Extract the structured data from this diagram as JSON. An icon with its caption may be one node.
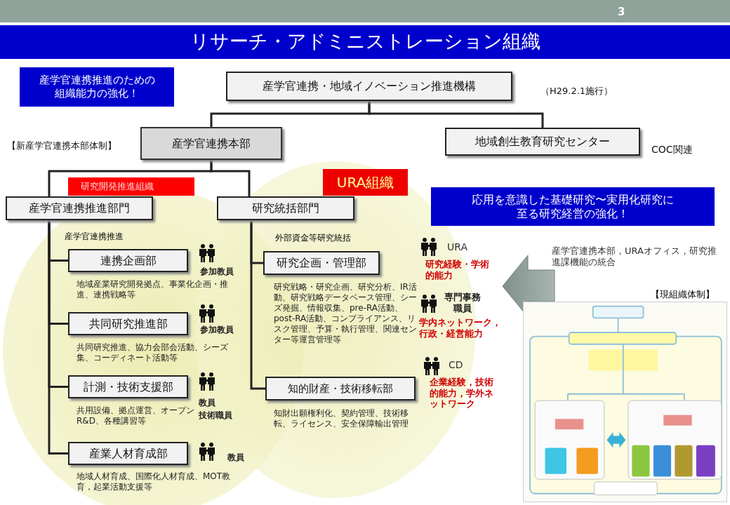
{
  "diagram": {
    "title": "リサーチ・アドミニストレーション組織",
    "nodes": [
      {
        "text": [
          "産学官連携推進のための組織能力の強化！"
        ]
      },
      {
        "text": [
          "産学官連携・地域イノベーション推進機構"
        ],
        "beside": [
          "（H29.2.1施行）"
        ]
      },
      {
        "text": [
          "産学官連携本部"
        ],
        "beside": [
          "【新産学官連携本部体制】"
        ]
      },
      {
        "text": [
          "地域創生教育研究センター"
        ],
        "beside": [
          "COC関連"
        ]
      },
      {
        "text": [
          "研究開発推進組織"
        ]
      },
      {
        "text": [
          "URA組織"
        ]
      },
      {
        "text": [
          "産学官連携推進部門"
        ]
      },
      {
        "text": [
          "研究統括部門"
        ]
      },
      {
        "text": [
          "応用を意識した基礎研究〜実用化研究に至る研究経営の強化！"
        ]
      },
      {
        "text": [
          "連携企画部"
        ],
        "beside": [
          "地域産業研究開発拠点、事業化企画・推進、連携戦略等",
          "参加教員"
        ]
      },
      {
        "text": [
          "研究企画・管理部"
        ],
        "beside": [
          "研究戦略・研究企画、研究分析、IR活動、研究戦略データベース管理、シーズ発掘、情報収集、pre-RA活動、post-RA活動、コンプライアンス、リスク管理、予算・執行管理、関連センター等運営管理等"
        ]
      },
      {
        "text": [
          "共同研究推進部"
        ],
        "beside": [
          "共同研究推進、協力会部会活動、シーズ集、コーディネート活動等",
          "参加教員"
        ]
      },
      {
        "text": [
          "計測・技術支援部"
        ],
        "beside": [
          "共用設備、拠点運営、オープンR&D、各種講習等",
          "教員",
          "技術職員"
        ]
      },
      {
        "text": [
          "知的財産・技術移転部"
        ],
        "beside": [
          "知財出願権利化、契約管理、技術移転、ライセンス、安全保障輸出管理"
        ]
      },
      {
        "text": [
          "産業人材育成部"
        ],
        "beside": [
          "地域人材育成、国際化人材育成、MOT教育，起業活動支援等",
          "教員"
        ]
      },
      {
        "text": [],
        "shape": "picture",
        "beside": [
          "【現組織体制】"
        ]
      }
    ],
    "edges": [
      {
        "from": 1,
        "to": 2,
        "arrow": "none"
      },
      {
        "from": 1,
        "to": 3,
        "arrow": "none"
      },
      {
        "from": 2,
        "to": 6,
        "arrow": "none"
      },
      {
        "from": 2,
        "to": 7,
        "arrow": "none"
      },
      {
        "from": 6,
        "to": 9,
        "arrow": "none"
      },
      {
        "from": 6,
        "to": 11,
        "arrow": "none"
      },
      {
        "from": 6,
        "to": 12,
        "arrow": "none"
      },
      {
        "from": 6,
        "to": 14,
        "arrow": "none"
      },
      {
        "from": 7,
        "to": 10,
        "arrow": "none"
      },
      {
        "from": 7,
        "to": 13,
        "arrow": "none"
      },
      {
        "from": 15,
        "to": null,
        "arrow": "to"
      }
    ],
    "labels": [
      "3",
      "産学官連携推進",
      "外部資金等研究統括",
      "URA",
      "研究経験・学術的能力",
      "専門事務職員",
      "学内ネットワーク，行政・経営能力",
      "CD",
      "企業経験，技術的能力，学外ネットワーク",
      "産学官連携本部，URAオフィス，研究推進課機能の統合"
    ]
  }
}
